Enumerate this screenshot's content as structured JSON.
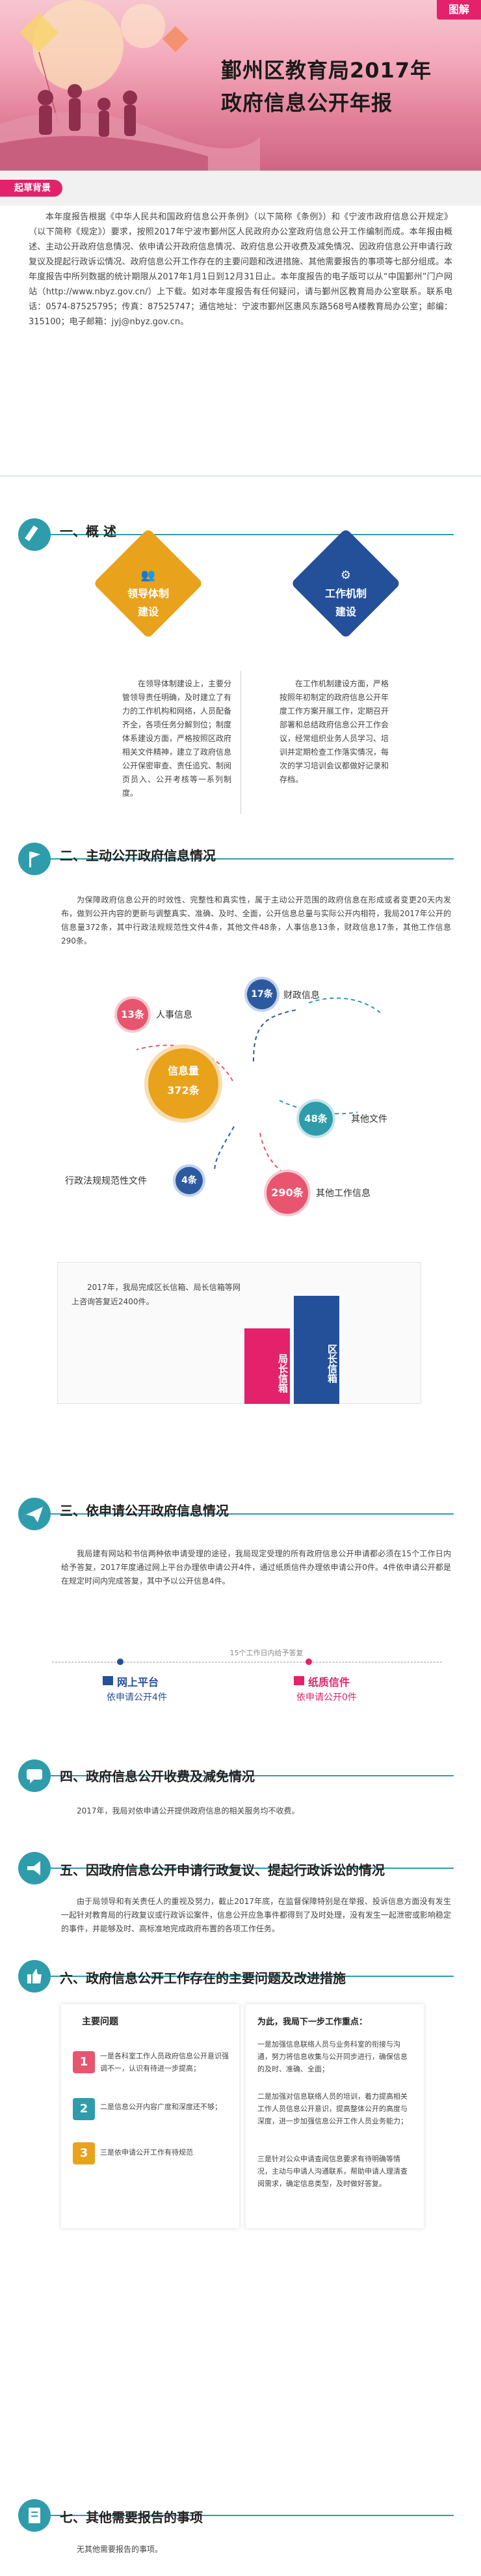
{
  "header": {
    "badge": "图解",
    "title_line1": "鄞州区教育局2017年",
    "title_line2": "政府信息公开年报",
    "tag": "起草背景"
  },
  "intro": {
    "text": "本年度报告根据《中华人民共和国政府信息公开条例》（以下简称《条例》）和《宁波市政府信息公开规定》（以下简称《规定》）要求，按照2017年宁波市鄞州区人民政府办公室政府信息公开工作编制而成。本年报由概述、主动公开政府信息情况、依申请公开政府信息情况、政府信息公开收费及减免情况、因政府信息公开申请行政复议及提起行政诉讼情况、政府信息公开工作存在的主要问题和改进措施、其他需要报告的事项等七部分组成。本年度报告中所列数据的统计期限从2017年1月1日到12月31日止。本年度报告的电子版可以从“中国鄞州”门户网站（http://www.nbyz.gov.cn/）上下载。如对本年度报告有任何疑问，请与鄞州区教育局办公室联系。联系电话：0574-87525795；传真：87525747；通信地址：宁波市鄞州区惠风东路568号A楼教育局办公室；邮编：315100；电子邮箱：jyj@nbyz.gov.cn。"
  },
  "s1": {
    "title": "一、概    述",
    "left_badge": [
      "领导体制",
      "建设"
    ],
    "right_badge": [
      "工作机制",
      "建设"
    ],
    "left_text": "在领导体制建设上，主要分管领导责任明确，及时建立了有力的工作机构和网络，人员配备齐全，各项任务分解到位；制度体系建设方面，严格按照区政府相关文件精神，建立了政府信息公开保密审查、责任追究、制阅页员入、公开考核等一系列制度。",
    "right_text": "在工作机制建设方面，严格按照年初制定的政府信息公开年度工作方案开展工作，定期召开部署和总结政府信息公开工作会议，经常组织业务人员学习、培训并定期检查工作落实情况，每次的学习培训会议都做好记录和存档。"
  },
  "s2": {
    "title": "二、主动公开政府信息情况",
    "text": "为保障政府信息公开的时效性、完整性和真实性，属于主动公开范围的政府信息在形成或者变更20天内发布，做到公开内容的更新与调整真实、准确、及时、全面，公开信息总量与实际公开内相符，我局2017年公开的信息量372条，其中行政法规规范性文件4条，其他文件48条，人事信息13条，财政信息17条，其他工作信息290条。",
    "center_label": "信息量",
    "center_value": "372条",
    "items": [
      {
        "value": "13条",
        "label": "人事信息",
        "color": "#e8556f"
      },
      {
        "value": "17条",
        "label": "财政信息",
        "color": "#2b5aa0"
      },
      {
        "value": "48条",
        "label": "其他文件",
        "color": "#2e9cab"
      },
      {
        "value": "4条",
        "label": "行政法规规范性文件",
        "color": "#2b5aa0"
      },
      {
        "value": "290条",
        "label": "其他工作信息",
        "color": "#e8556f"
      }
    ],
    "box_text": "2017年，我局完成区长信箱、局长信箱等网上咨询答复近2400件。",
    "bar1": "局长信箱",
    "bar2": "区长信箱"
  },
  "s3": {
    "title": "三、依申请公开政府信息情况",
    "text": "我局建有网站和书信两种依申请受理的途径，我局现定受理的所有政府信息公开申请都必须在15个工作日内给予答复，2017年度通过网上平台办理依申请公开4件，通过纸质信件办理依申请公开0件。4件依申请公开都是在规定时间内完成答复，其中予以公开信息4件。",
    "scale_label": "15个工作日内给予答复",
    "opt1_title": "网上平台",
    "opt1_sub": "依申请公开4件",
    "opt2_title": "纸质信件",
    "opt2_sub": "依申请公开0件"
  },
  "s4": {
    "title": "四、政府信息公开收费及减免情况",
    "text": "2017年，我局对依申请公开提供政府信息的相关服务均不收费。"
  },
  "s5": {
    "title": "五、因政府信息公开申请行政复议、提起行政诉讼的情况",
    "text": "由于局领导和有关责任人的重视及努力，截止2017年底，在监督保障特别是在举报、投诉信息方面没有发生一起针对教育局的行政复议或行政诉讼案件，信息公开应急事件都得到了及时处理，没有发生一起泄密或影响稳定的事件，并能够及时、高标准地完成政府布置的各项工作任务。"
  },
  "s6": {
    "title": "六、政府信息公开工作存在的主要问题及改进措施",
    "left_head": "主要问题",
    "right_head": "为此，我局下一步工作重点：",
    "problems": [
      {
        "n": "1",
        "text": "一是各科室工作人员政府信息公开意识强调不一，认识有待进一步提高；",
        "color": "#e8556f"
      },
      {
        "n": "2",
        "text": "二是信息公开内容广度和深度还不够；",
        "color": "#2e9cab"
      },
      {
        "n": "3",
        "text": "三是依申请公开工作有待规范",
        "color": "#e8a21b"
      }
    ],
    "measures": [
      "一是加强信息联络人员与业务科室的衔接与沟通，努力将信息收集与公开同步进行，确保信息的及时、准确、全面；",
      "二是加强对信息联络人员的培训，着力提高相关工作人员信息公开意识，提高整体公开的高度与深度，进一步加强信息公开工作人员业务能力；",
      "三是针对公众申请查阅信息要求有待明确等情况，主动与申请人沟通联系，帮助申请人理清查阅需求，确定信息类型，及时做好答复。"
    ]
  },
  "s7": {
    "title": "七、其他需要报告的事项",
    "text": "无其他需要报告的事项。"
  }
}
